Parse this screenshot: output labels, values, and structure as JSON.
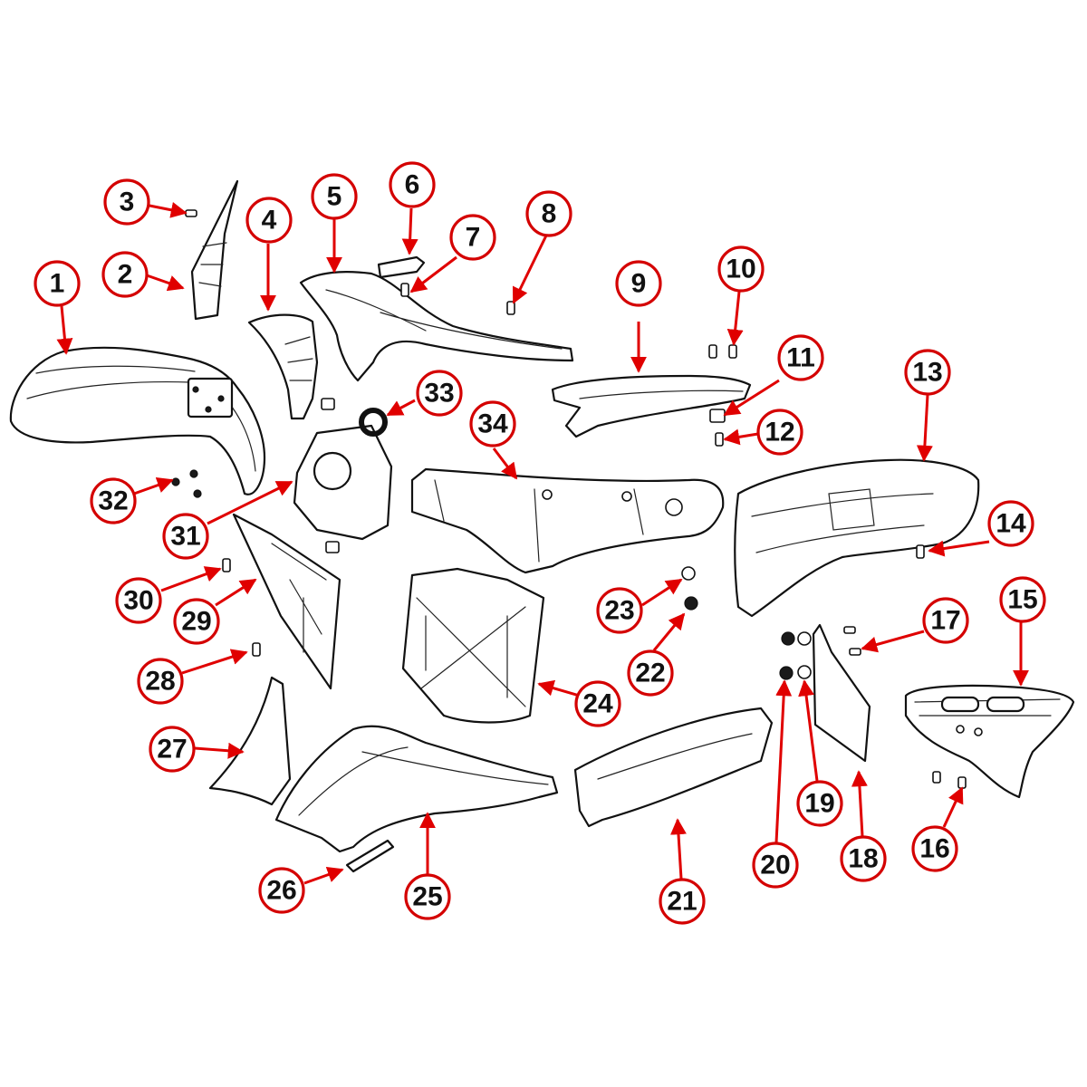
{
  "colors": {
    "callout_ring": "#d40000",
    "arrow": "#e00000",
    "line_art": "#111111",
    "background": "#ffffff"
  },
  "callouts": [
    {
      "id": "1",
      "label": "1"
    },
    {
      "id": "2",
      "label": "2"
    },
    {
      "id": "3",
      "label": "3"
    },
    {
      "id": "4",
      "label": "4"
    },
    {
      "id": "5",
      "label": "5"
    },
    {
      "id": "6",
      "label": "6"
    },
    {
      "id": "7",
      "label": "7"
    },
    {
      "id": "8",
      "label": "8"
    },
    {
      "id": "9",
      "label": "9"
    },
    {
      "id": "10",
      "label": "10"
    },
    {
      "id": "11",
      "label": "11"
    },
    {
      "id": "12",
      "label": "12"
    },
    {
      "id": "13",
      "label": "13"
    },
    {
      "id": "14",
      "label": "14"
    },
    {
      "id": "15",
      "label": "15"
    },
    {
      "id": "16",
      "label": "16"
    },
    {
      "id": "17",
      "label": "17"
    },
    {
      "id": "18",
      "label": "18"
    },
    {
      "id": "19",
      "label": "19"
    },
    {
      "id": "20",
      "label": "20"
    },
    {
      "id": "21",
      "label": "21"
    },
    {
      "id": "22",
      "label": "22"
    },
    {
      "id": "23",
      "label": "23"
    },
    {
      "id": "24",
      "label": "24"
    },
    {
      "id": "25",
      "label": "25"
    },
    {
      "id": "26",
      "label": "26"
    },
    {
      "id": "27",
      "label": "27"
    },
    {
      "id": "28",
      "label": "28"
    },
    {
      "id": "29",
      "label": "29"
    },
    {
      "id": "30",
      "label": "30"
    },
    {
      "id": "31",
      "label": "31"
    },
    {
      "id": "32",
      "label": "32"
    },
    {
      "id": "33",
      "label": "33"
    },
    {
      "id": "34",
      "label": "34"
    }
  ]
}
